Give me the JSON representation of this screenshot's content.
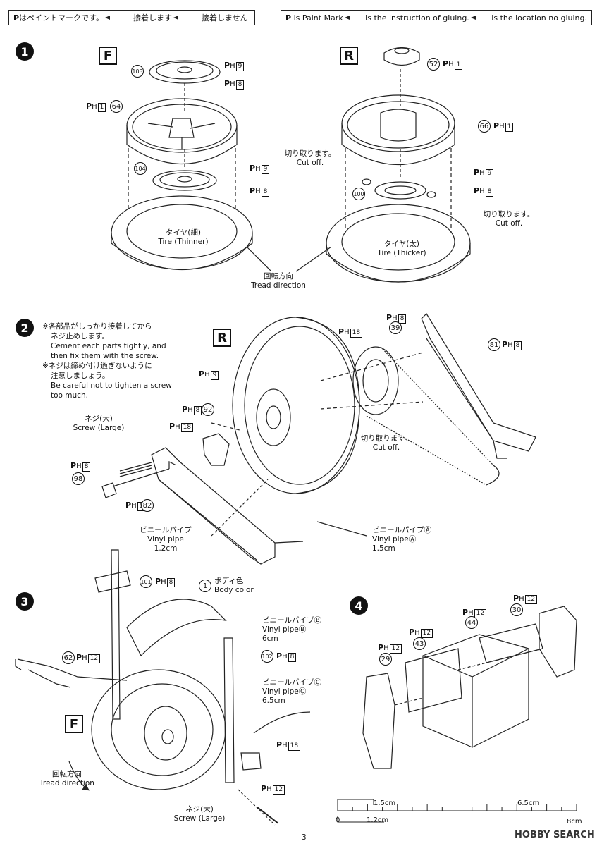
{
  "legend_jp": {
    "paint_mark": "はペイントマークです。",
    "gluing": "接着します",
    "no_gluing": "接着しません"
  },
  "legend_en": {
    "paint_mark": "is Paint Mark",
    "gluing": "is the instruction of gluing.",
    "no_gluing": "is the location no gluing."
  },
  "paint_symbol": "P",
  "step1": {
    "number": "1",
    "front_label": "F",
    "rear_label": "R",
    "front_parts": {
      "p103": "103",
      "p64": "64",
      "p104": "104"
    },
    "rear_parts": {
      "p52": "52",
      "p66": "66",
      "p100": "100"
    },
    "paints": {
      "a": "9",
      "b": "8",
      "c": "1",
      "d": "9",
      "e": "8",
      "f": "1",
      "g": "1",
      "h": "9",
      "i": "8"
    },
    "cut_off_jp": "切り取ります。",
    "cut_off_en": "Cut off.",
    "cut_off2_jp": "切り取ります。",
    "cut_off2_en": "Cut off.",
    "tire_thin_jp": "タイヤ(細)",
    "tire_thin_en": "Tire (Thinner)",
    "tire_thick_jp": "タイヤ(太)",
    "tire_thick_en": "Tire (Thicker)",
    "tread_jp": "回転方向",
    "tread_en": "Tread direction"
  },
  "step2": {
    "number": "2",
    "rear_label": "R",
    "note1_jp": "※各部品がしっかり接着してから",
    "note1b_jp": "ネジ止めします。",
    "note1_en": "Cement each parts tightly, and",
    "note1b_en": "then fix them with the screw.",
    "note2_jp": "※ネジは締め付け過ぎないように",
    "note2b_jp": "注意しましょう。",
    "note2_en": "Be careful not to tighten a screw",
    "note2b_en": "too much.",
    "screw_jp": "ネジ(大)",
    "screw_en": "Screw (Large)",
    "parts": {
      "p39": "39",
      "p81": "81",
      "p92": "92",
      "p98": "98",
      "p82": "82"
    },
    "paints": {
      "a": "8",
      "b": "18",
      "c": "8",
      "d": "9",
      "e": "8",
      "f": "18",
      "g": "8",
      "h": "8"
    },
    "cut_off_jp": "切り取ります。",
    "cut_off_en": "Cut off.",
    "vinyl_jp": "ビニールパイプ",
    "vinyl_en": "Vinyl pipe",
    "vinyl_len": "1.2cm",
    "vinylA_jp": "ビニールパイプⒶ",
    "vinylA_en": "Vinyl pipeⒶ",
    "vinylA_len": "1.5cm"
  },
  "step3": {
    "number": "3",
    "front_label": "F",
    "parts": {
      "p1": "1",
      "p101": "101",
      "p62": "62",
      "p102": "102"
    },
    "paints": {
      "a": "8",
      "b": "12",
      "c": "8",
      "d": "18",
      "e": "12"
    },
    "body_color_jp": "ボディ色",
    "body_color_en": "Body color",
    "vinylB_jp": "ビニールパイプⒷ",
    "vinylB_en": "Vinyl pipeⒷ",
    "vinylB_len": "6cm",
    "vinylC_jp": "ビニールパイプⒸ",
    "vinylC_en": "Vinyl pipeⒸ",
    "vinylC_len": "6.5cm",
    "tread_jp": "回転方向",
    "tread_en": "Tread direction",
    "screw_jp": "ネジ(大)",
    "screw_en": "Screw (Large)"
  },
  "step4": {
    "number": "4",
    "parts": {
      "p29": "29",
      "p43": "43",
      "p44": "44",
      "p30": "30"
    },
    "paints": {
      "a": "12",
      "b": "12",
      "c": "12",
      "d": "12"
    }
  },
  "ruler": {
    "zero": "0",
    "m12": "1.2cm",
    "m15": "1.5cm",
    "m65": "6.5cm",
    "m8": "8cm"
  },
  "page_number": "3",
  "watermark": "HOBBY SEARCH"
}
